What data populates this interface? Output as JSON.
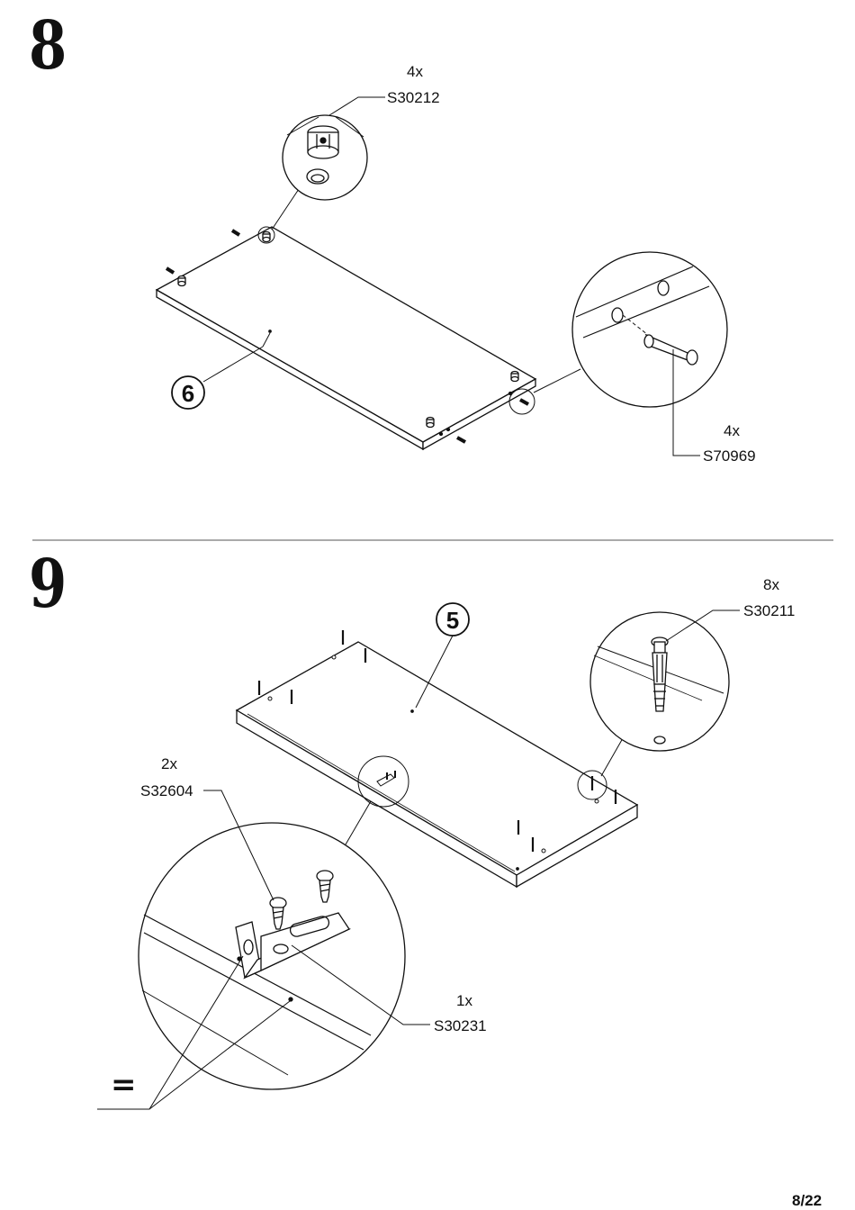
{
  "page_number": "8/22",
  "step8": {
    "number": "8",
    "part_label": "6",
    "fitting_top": {
      "qty": "4x",
      "code": "S30212"
    },
    "fitting_right": {
      "qty": "4x",
      "code": "S70969"
    }
  },
  "step9": {
    "number": "9",
    "part_label": "5",
    "fitting_right": {
      "qty": "8x",
      "code": "S30211"
    },
    "fitting_screw": {
      "qty": "2x",
      "code": "S32604"
    },
    "fitting_bracket": {
      "qty": "1x",
      "code": "S30231"
    },
    "equals_symbol": "="
  }
}
